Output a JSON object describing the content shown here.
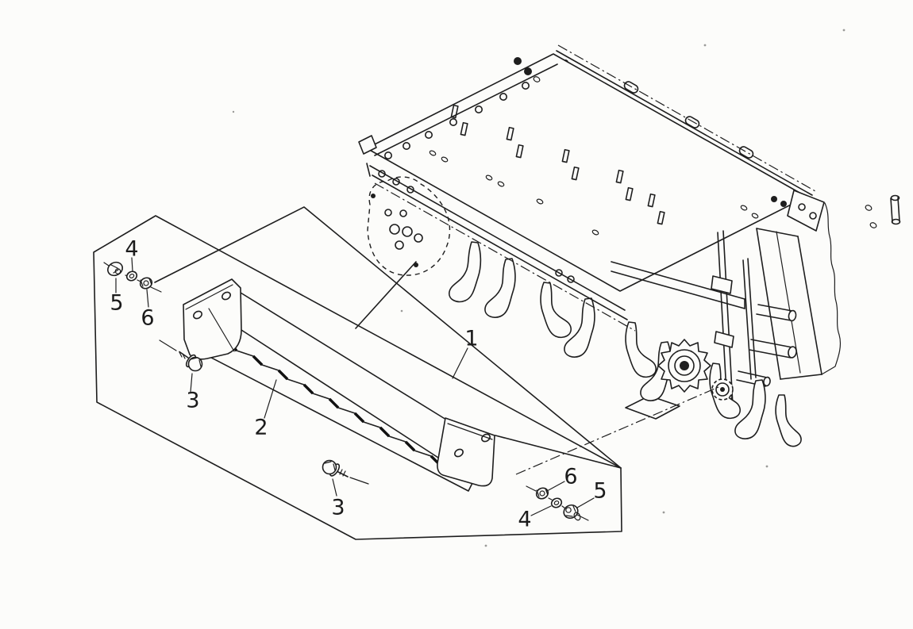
{
  "diagram": {
    "kind": "exploded-parts-diagram",
    "subject": "rotary tiller rear scraper bar assembly",
    "callouts": [
      {
        "id": "part-1",
        "number": "1"
      },
      {
        "id": "part-2",
        "number": "2"
      },
      {
        "id": "part-3-left",
        "number": "3"
      },
      {
        "id": "part-3-right",
        "number": "3"
      },
      {
        "id": "part-4-left",
        "number": "4"
      },
      {
        "id": "part-5-left",
        "number": "5"
      },
      {
        "id": "part-6-left",
        "number": "6"
      },
      {
        "id": "part-6-right",
        "number": "6"
      },
      {
        "id": "part-5-right",
        "number": "5"
      },
      {
        "id": "part-4-right",
        "number": "4"
      }
    ]
  },
  "colors": {
    "ink": "#1e1e1e",
    "paper": "#fcfcfa"
  }
}
